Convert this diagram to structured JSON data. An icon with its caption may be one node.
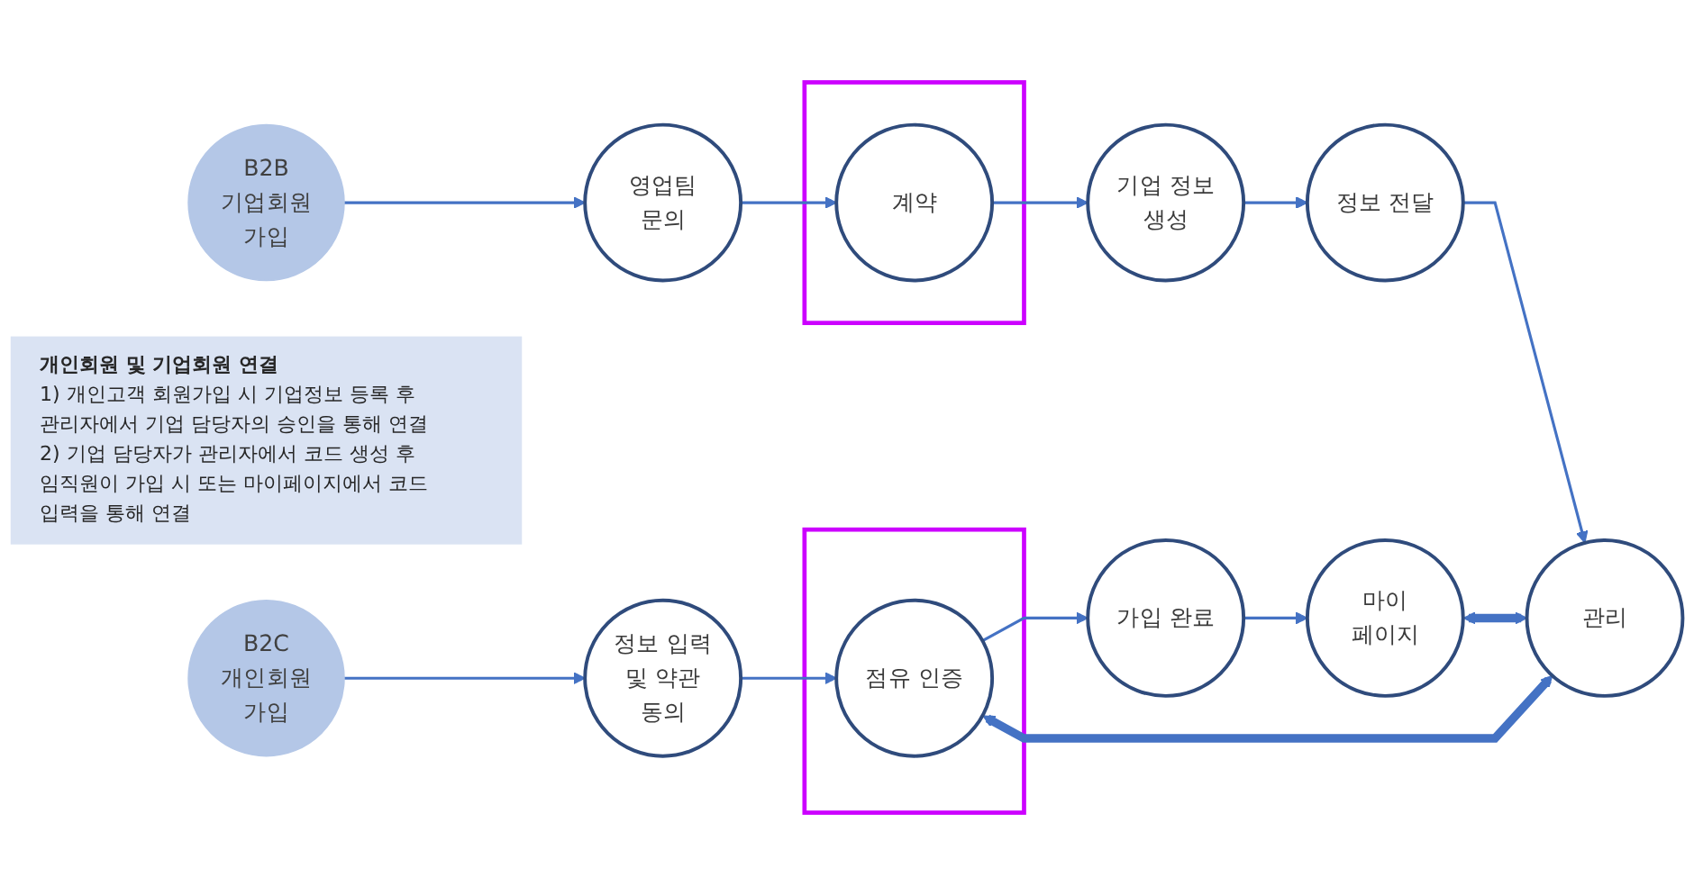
{
  "diagram": {
    "nodes": [
      {
        "text": [
          "B2C 개인회원 가입"
        ]
      },
      {
        "text": [
          "정보 입력 및 약관 동의"
        ]
      },
      {
        "text": [],
        "shape": "box"
      },
      {
        "text": [
          "점유 인증"
        ],
        "in": 2
      },
      {
        "text": [
          "가입 완료"
        ]
      },
      {
        "text": [
          "마이 페이지"
        ]
      },
      {
        "text": [
          "개인회원 및 기업회원 연결",
          "1) 개인고객 회원가입 시 기업정보 등록 후 관리자에서 기업 담당자의 승인을 통해 연결",
          "2) 기업 담당자가 관리자에서 코드 생성 후 임직원이 가입 시 또는 마이페이지에서 코드 입력을 통해 연결"
        ]
      },
      {
        "text": [
          "B2B 기업회원 가입"
        ]
      },
      {
        "text": [
          "영업팀 문의"
        ]
      },
      {
        "text": [],
        "shape": "box"
      },
      {
        "text": [
          "계약"
        ],
        "in": 9
      },
      {
        "text": [
          "기업 정보 생성"
        ]
      },
      {
        "text": [
          "정보 전달"
        ]
      },
      {
        "text": [
          "관리"
        ]
      }
    ],
    "edges": [
      {
        "from": 0,
        "to": 1,
        "arrow": "to"
      },
      {
        "from": 1,
        "to": 3,
        "arrow": "to"
      },
      {
        "from": 3,
        "to": 4,
        "arrow": "to"
      },
      {
        "from": 4,
        "to": 5,
        "arrow": "to"
      },
      {
        "from": 7,
        "to": 8,
        "arrow": "to"
      },
      {
        "from": 8,
        "to": 10,
        "arrow": "to"
      },
      {
        "from": 10,
        "to": 11,
        "arrow": "to"
      },
      {
        "from": 11,
        "to": 12,
        "arrow": "to"
      },
      {
        "from": 12,
        "to": 13,
        "arrow": "to"
      },
      {
        "from": 5,
        "to": 13,
        "arrow": "both",
        "style": "thick"
      },
      {
        "from": 3,
        "to": 13,
        "arrow": "both",
        "style": "thick"
      }
    ]
  }
}
